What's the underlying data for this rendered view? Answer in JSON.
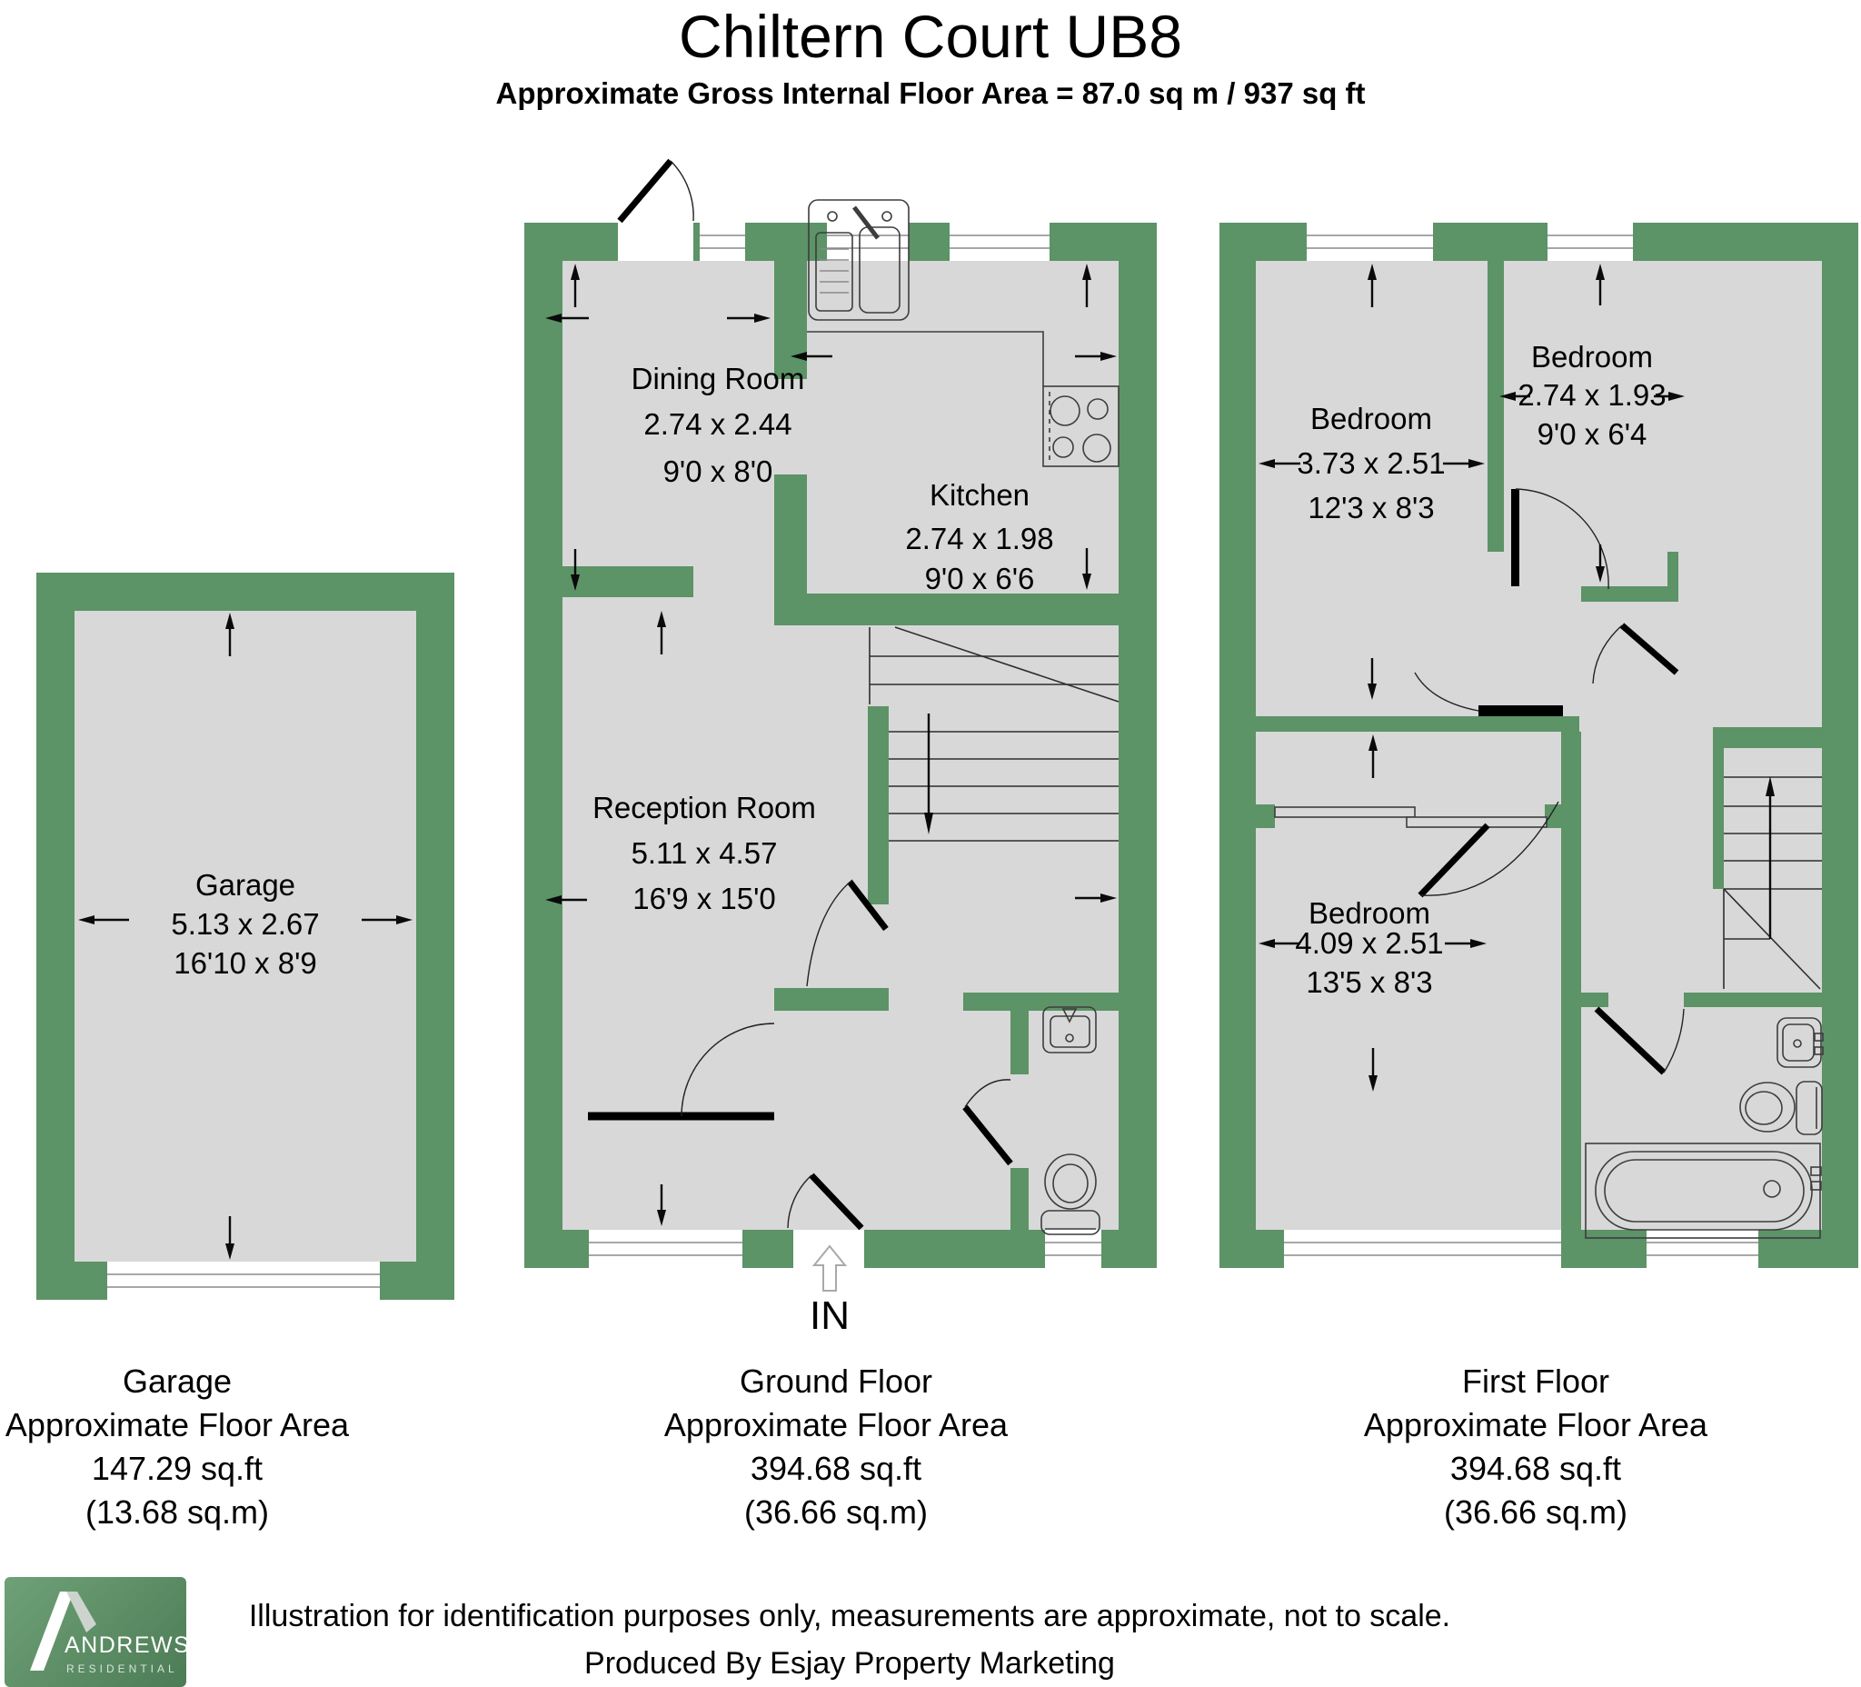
{
  "header": {
    "title": "Chiltern Court UB8",
    "subtitle": "Approximate Gross Internal Floor Area = 87.0 sq m / 937 sq ft"
  },
  "colors": {
    "wall_green": "#5c9367",
    "floor_gray": "#d8d8d8",
    "logo_green": "#4c7c55",
    "text_black": "#000000"
  },
  "plans": {
    "garage": {
      "room": {
        "name": "Garage",
        "dim_m": "5.13 x 2.67",
        "dim_ft": "16'10 x 8'9"
      }
    },
    "ground_floor": {
      "dining": {
        "name": "Dining Room",
        "dim_m": "2.74 x 2.44",
        "dim_ft": "9'0 x 8'0"
      },
      "kitchen": {
        "name": "Kitchen",
        "dim_m": "2.74 x 1.98",
        "dim_ft": "9'0 x 6'6"
      },
      "reception": {
        "name": "Reception Room",
        "dim_m": "5.11 x 4.57",
        "dim_ft": "16'9 x 15'0"
      },
      "entrance_label": "IN"
    },
    "first_floor": {
      "bedroom1": {
        "name": "Bedroom",
        "dim_m": "3.73 x 2.51",
        "dim_ft": "12'3 x 8'3"
      },
      "bedroom2": {
        "name": "Bedroom",
        "dim_m": "2.74 x 1.93",
        "dim_ft": "9'0 x 6'4"
      },
      "bedroom3": {
        "name": "Bedroom",
        "dim_m": "4.09 x 2.51",
        "dim_ft": "13'5 x 8'3"
      }
    }
  },
  "captions": {
    "garage": {
      "title": "Garage",
      "line2": "Approximate Floor Area",
      "sqft": "147.29 sq.ft",
      "sqm": "(13.68 sq.m)"
    },
    "ground": {
      "title": "Ground Floor",
      "line2": "Approximate Floor Area",
      "sqft": "394.68 sq.ft",
      "sqm": "(36.66 sq.m)"
    },
    "first": {
      "title": "First Floor",
      "line2": "Approximate Floor Area",
      "sqft": "394.68 sq.ft",
      "sqm": "(36.66 sq.m)"
    }
  },
  "footer": {
    "logo_brand": "ANDREWS",
    "logo_sub": "RESIDENTIAL",
    "disclaimer1": "Illustration for identification purposes only, measurements are approximate, not to scale.",
    "disclaimer2": "Produced By Esjay Property Marketing"
  }
}
